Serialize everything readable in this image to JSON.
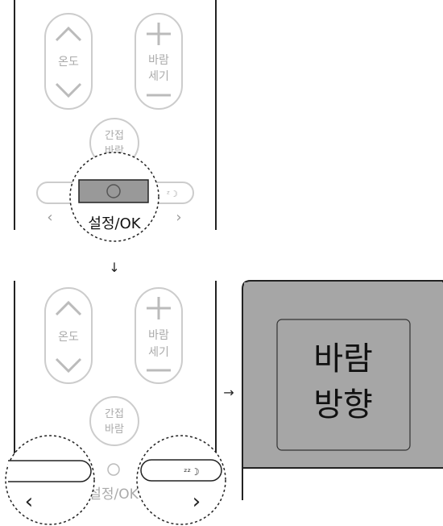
{
  "top_panel": {
    "temp_label": "온도",
    "wind_strength_label_line1": "바람",
    "wind_strength_label_line2": "세기",
    "indirect_wind_label_line1": "간접",
    "indirect_wind_label_line2": "바람",
    "ok_button_label": "설정/OK"
  },
  "arrow_down": "↓",
  "arrow_right": "→",
  "bottom_panel": {
    "temp_label": "온도",
    "wind_strength_label_line1": "바람",
    "wind_strength_label_line2": "세기",
    "indirect_wind_label_line1": "간접",
    "indirect_wind_label_line2": "바람",
    "ok_label_partial": "설정/OK",
    "left_chevron": "‹",
    "right_chevron": "›"
  },
  "display": {
    "line1": "바람",
    "line2": "방향"
  },
  "colors": {
    "outline": "#cccccc",
    "dark": "#222222",
    "display_bg": "#a6a6a6",
    "button_gray": "#999999"
  }
}
